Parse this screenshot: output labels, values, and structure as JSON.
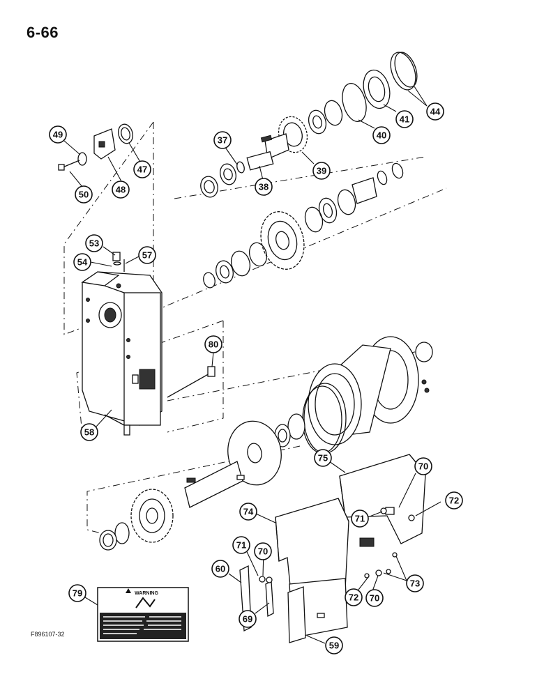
{
  "page": {
    "number": "6-66",
    "figure_code": "F896107-32"
  },
  "warning_decal": {
    "heading": "WARNING"
  },
  "callouts": [
    "37",
    "38",
    "39",
    "40",
    "41",
    "44",
    "47",
    "48",
    "49",
    "50",
    "53",
    "54",
    "57",
    "58",
    "59",
    "60",
    "69",
    "70",
    "71",
    "72",
    "73",
    "74",
    "75",
    "79",
    "80"
  ]
}
